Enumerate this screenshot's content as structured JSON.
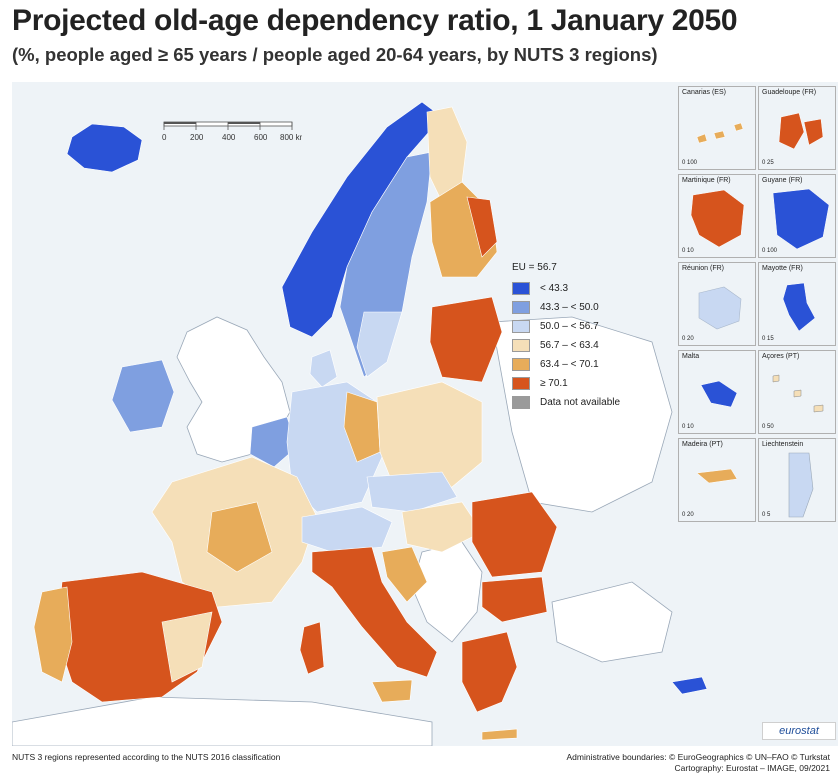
{
  "title": "Projected old-age dependency ratio, 1 January 2050",
  "subtitle": "(%, people aged ≥ 65 years / people aged 20-64 years, by NUTS 3 regions)",
  "legend": {
    "title": "EU = 56.7",
    "classes": [
      {
        "label": "< 43.3",
        "color": "#2a52d6"
      },
      {
        "label": "43.3 – < 50.0",
        "color": "#7f9fe0"
      },
      {
        "label": "50.0 – < 56.7",
        "color": "#c8d8f2"
      },
      {
        "label": "56.7 – < 63.4",
        "color": "#f5dfb8"
      },
      {
        "label": "63.4 – < 70.1",
        "color": "#e7ac5a"
      },
      {
        "label": "≥ 70.1",
        "color": "#d6541d"
      },
      {
        "label": "Data not available",
        "color": "#9a9a9a"
      }
    ]
  },
  "scale_bar": {
    "ticks": [
      "0",
      "200",
      "400",
      "600",
      "800 km"
    ]
  },
  "insets": [
    {
      "label": "Canarias (ES)",
      "scale": "0  100",
      "color_class": 4
    },
    {
      "label": "Guadeloupe (FR)",
      "scale": "0  25",
      "color_class": 5
    },
    {
      "label": "Martinique (FR)",
      "scale": "0  10",
      "color_class": 5
    },
    {
      "label": "Guyane (FR)",
      "scale": "0  100",
      "color_class": 0
    },
    {
      "label": "Réunion (FR)",
      "scale": "0  20",
      "color_class": 2
    },
    {
      "label": "Mayotte (FR)",
      "scale": "0  15",
      "color_class": 0
    },
    {
      "label": "Malta",
      "scale": "0  10",
      "color_class": 0
    },
    {
      "label": "Açores (PT)",
      "scale": "0  50",
      "color_class": 3
    },
    {
      "label": "Madeira (PT)",
      "scale": "0  20",
      "color_class": 4
    },
    {
      "label": "Liechtenstein",
      "scale": "0  5",
      "color_class": 2
    }
  ],
  "brand": "eurostat",
  "footer": {
    "left": "NUTS 3 regions represented according to the NUTS 2016 classification",
    "right_line1": "Administrative boundaries: © EuroGeographics © UN–FAO © Turkstat",
    "right_line2": "Cartography: Eurostat – IMAGE, 09/2021"
  },
  "colors": {
    "sea": "#eef3f7",
    "non_eu_land": "#ffffff",
    "border": "#9aa8b8"
  }
}
